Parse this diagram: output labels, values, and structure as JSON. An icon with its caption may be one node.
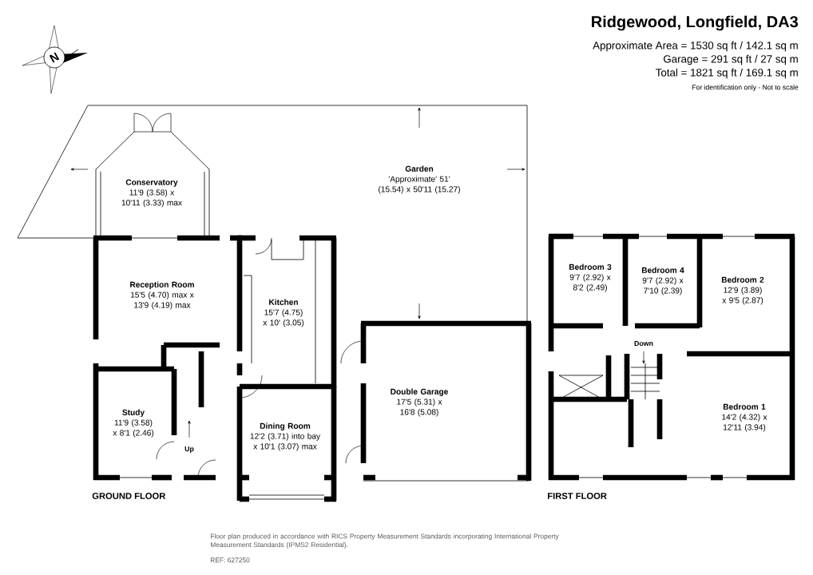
{
  "diagram": {
    "title": "Ridgewood, Longfield, DA3",
    "nodes": [
      {
        "text": [
          "Garden",
          "'Approximate' 51' (15.54) x 50'11 (15.27)"
        ]
      },
      {
        "text": [
          "Conservatory",
          "11'9 (3.58) x 10'11 (3.33) max"
        ]
      },
      {
        "text": [
          "Reception Room",
          "15'5 (4.70) max x 13'9 (4.19) max"
        ]
      },
      {
        "text": [
          "Kitchen",
          "15'7 (4.75) x 10' (3.05)"
        ]
      },
      {
        "text": [
          "Study",
          "11'9 (3.58) x 8'1 (2.46)"
        ]
      },
      {
        "text": [
          "Dining Room",
          "12'2 (3.71) into bay x 10'1 (3.07) max"
        ]
      },
      {
        "text": [
          "Double Garage",
          "17'5 (5.31) x 16'8 (5.08)"
        ]
      },
      {
        "text": [
          "Bedroom 3",
          "9'7 (2.92) x 8'2 (2.49)"
        ]
      },
      {
        "text": [
          "Bedroom 4",
          "9'7 (2.92) x 7'10 (2.39)"
        ]
      },
      {
        "text": [
          "Bedroom 2",
          "12'9 (3.89) x 9'5 (2.87)"
        ]
      },
      {
        "text": [
          "Bedroom 1",
          "14'2 (4.32) x 12'11 (3.94)"
        ]
      }
    ],
    "labels": [
      "Approximate Area = 1530 sq ft / 142.1 sq m",
      "Garage = 291 sq ft / 27 sq m",
      "Total = 1821 sq ft / 169.1 sq m",
      "For identification only - Not to scale",
      "N",
      "Up",
      "Down",
      "GROUND FLOOR",
      "FIRST FLOOR",
      "Floor plan produced in accordance with RICS Property Measurement Standards incorporating International Property Measurement Standards (IPMS2 Residential).",
      "REF: 627250"
    ]
  }
}
